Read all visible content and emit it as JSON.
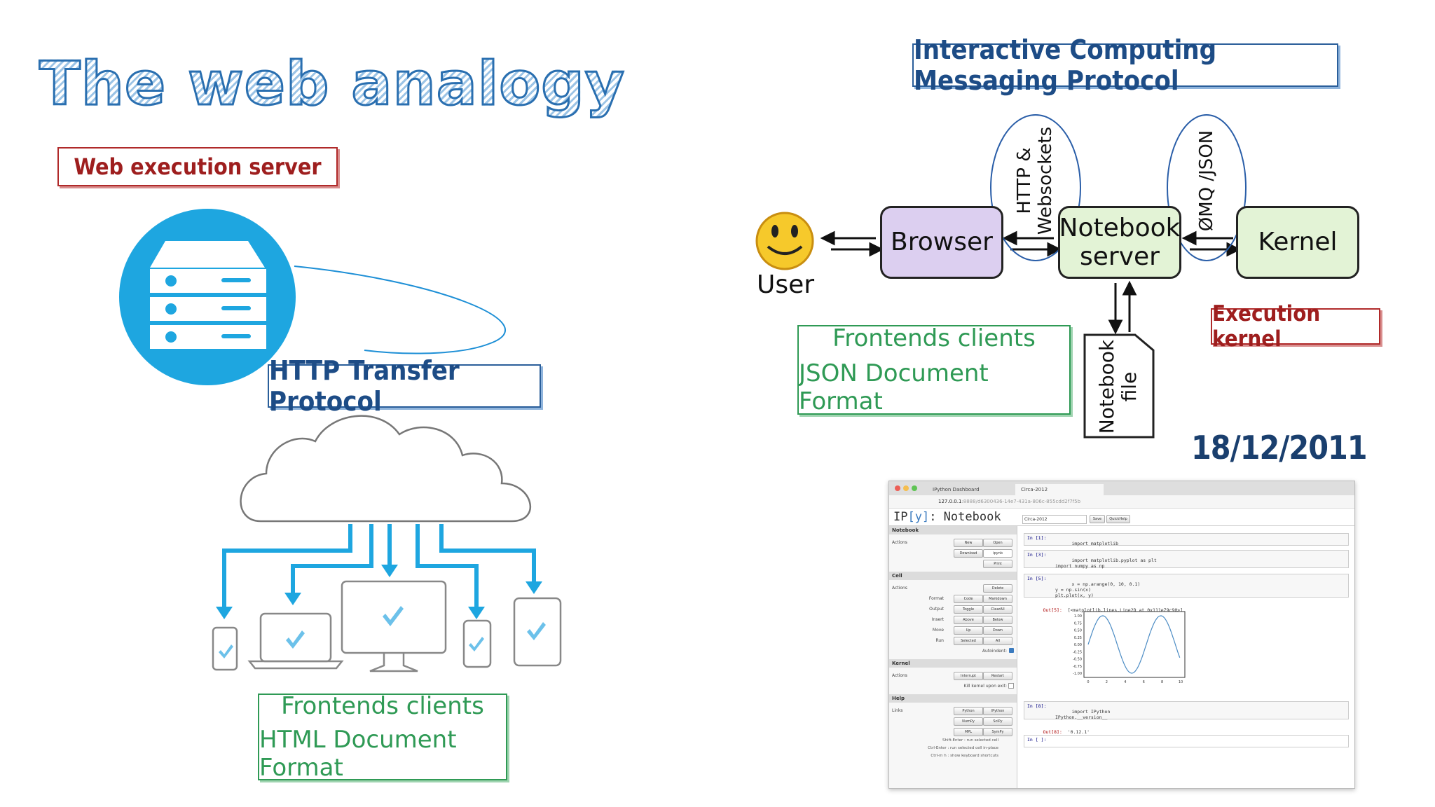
{
  "title": "The web analogy",
  "left": {
    "web_execution_server": "Web execution server",
    "http_transfer_protocol": "HTTP Transfer Protocol",
    "frontends_clients": "Frontends clients",
    "html_document_format": "HTML Document Format"
  },
  "right": {
    "messaging_protocol": "Interactive Computing Messaging Protocol",
    "user_label": "User",
    "browser": "Browser",
    "notebook_server_line1": "Notebook",
    "notebook_server_line2": "server",
    "kernel": "Kernel",
    "http_websockets_line1": "HTTP &",
    "http_websockets_line2": "Websockets",
    "zmq_json": "ØMQ /JSON",
    "notebook_file_line1": "Notebook",
    "notebook_file_line2": "file",
    "execution_kernel": "Execution kernel",
    "frontends_clients": "Frontends clients",
    "json_document_format": "JSON Document Format",
    "date": "18/12/2011"
  },
  "notebook": {
    "tab1": "IPython Dashboard",
    "tab2": "Circa-2012",
    "address_host": "127.0.0.1",
    "address_path": ":8888/d6300436-14e7-431a-806c-855cdd2f7f5b",
    "logo_prefix": "IP",
    "logo_bracket": "[y]",
    "logo_suffix": ": Notebook",
    "name_value": "Circa-2012",
    "save_label": "Save",
    "quickhelp_label": "QuickHelp",
    "sidebar": {
      "notebook_section": "Notebook",
      "actions": "Actions",
      "new": "New",
      "open": "Open",
      "download": "Download",
      "format_select": "ipynb",
      "print": "Print",
      "cell_section": "Cell",
      "delete": "Delete",
      "format": "Format",
      "code": "Code",
      "markdown": "Markdown",
      "output": "Output",
      "toggle": "Toggle",
      "clear_all": "ClearAll",
      "insert": "Insert",
      "above": "Above",
      "below": "Below",
      "move": "Move",
      "up": "Up",
      "down": "Down",
      "run": "Run",
      "selected": "Selected",
      "all": "All",
      "autoindent": "Autoindent:",
      "kernel_section": "Kernel",
      "interrupt": "Interrupt",
      "restart": "Restart",
      "kill_on_exit": "Kill kernel upon exit:",
      "help_section": "Help",
      "links": "Links",
      "python": "Python",
      "ipython": "IPython",
      "numpy": "NumPy",
      "scipy": "SciPy",
      "mpl": "MPL",
      "sympy": "SymPy",
      "shortcut1": "Shift-Enter : run selected cell",
      "shortcut2": "Ctrl-Enter : run selected cell in-place",
      "shortcut3": "Ctrl-m h : show keyboard shortcuts"
    },
    "cells": [
      {
        "prompt": "In [1]:",
        "code": "import matplotlib"
      },
      {
        "prompt": "In [3]:",
        "code": "import matplotlib.pyplot as plt\nimport numpy as np"
      },
      {
        "prompt": "In [5]:",
        "code": "x = np.arange(0, 10, 0.1)\ny = np.sin(x)\nplt.plot(x, y)"
      },
      {
        "prompt": "In [8]:",
        "code": "import IPython\nIPython.__version__"
      },
      {
        "prompt": "In [ ]:",
        "code": ""
      }
    ],
    "outputs": [
      {
        "prompt": "Out[5]:",
        "text": "[<matplotlib.lines.Line2D at 0x111e79c90>]"
      },
      {
        "prompt": "Out[8]:",
        "text": "'0.12.1'"
      }
    ],
    "plot": {
      "y_ticks": [
        "1.00",
        "0.75",
        "0.50",
        "0.25",
        "0.00",
        "-0.25",
        "-0.50",
        "-0.75",
        "-1.00"
      ],
      "x_ticks": [
        "0",
        "2",
        "4",
        "6",
        "8",
        "10"
      ],
      "line_color": "#4c8cc4"
    }
  },
  "colors": {
    "server_circle": "#1ea6e0",
    "browser_fill": "#dccff0",
    "node_fill": "#e3f3d6",
    "red_label": "#9e1e1e",
    "blue_label": "#1d4c86",
    "green_label": "#2f9a55"
  }
}
